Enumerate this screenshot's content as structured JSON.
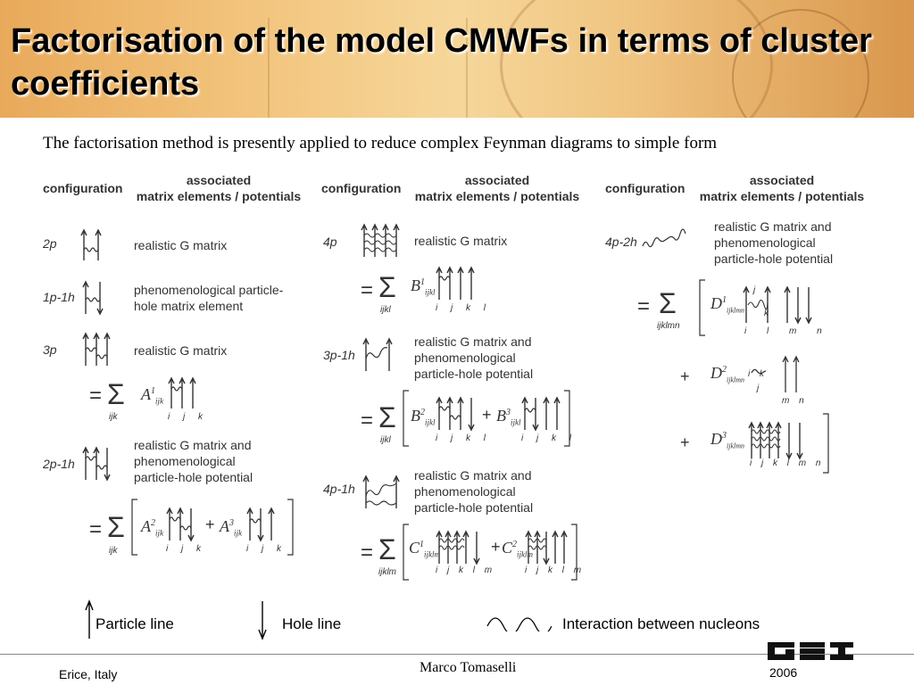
{
  "title": "Factorisation of the model CMWFs in terms of cluster coefficients",
  "subtitle": "The factorisation method is presently applied to reduce complex Feynman diagrams to simple form",
  "columns": [
    {
      "configuration_header": "configuration",
      "assoc_line1": "associated",
      "assoc_line2": "matrix elements / potentials"
    },
    {
      "configuration_header": "configuration",
      "assoc_line1": "associated",
      "assoc_line2": "matrix elements / potentials"
    },
    {
      "configuration_header": "configuration",
      "assoc_line1": "associated",
      "assoc_line2": "matrix elements / potentials"
    }
  ],
  "entries": {
    "c1": [
      {
        "config": "2p",
        "desc": [
          "realistic G matrix"
        ]
      },
      {
        "config": "1p-1h",
        "desc": [
          "phenomenological particle-",
          "hole matrix element"
        ]
      },
      {
        "config": "3p",
        "desc": [
          "realistic G matrix"
        ]
      },
      {
        "config": "2p-1h",
        "desc": [
          "realistic G matrix and",
          "phenomenological",
          "particle-hole potential"
        ]
      }
    ],
    "c2": [
      {
        "config": "4p",
        "desc": [
          "realistic G matrix"
        ]
      },
      {
        "config": "3p-1h",
        "desc": [
          "realistic G matrix and",
          "phenomenological",
          "particle-hole potential"
        ]
      },
      {
        "config": "4p-1h",
        "desc": [
          "realistic G matrix and",
          "phenomenological",
          "particle-hole potential"
        ]
      }
    ],
    "c3": [
      {
        "config": "4p-2h",
        "desc": [
          "realistic G matrix and",
          "phenomenological",
          "particle-hole potential"
        ]
      }
    ]
  },
  "equations": {
    "sum_symbol": "Σ",
    "eq": "=",
    "plus": "+",
    "c1_3p": {
      "coef": "A",
      "sup": "1",
      "sub": "ijk",
      "sum_sub": "ijk",
      "idx": "i j k"
    },
    "c1_2p1h": {
      "sum_sub": "ijk",
      "terms": [
        {
          "coef": "A",
          "sup": "2",
          "sub": "ijk",
          "idx": "i j k"
        },
        {
          "coef": "A",
          "sup": "3",
          "sub": "ijk",
          "idx": "i j k"
        }
      ]
    },
    "c2_4p": {
      "coef": "B",
      "sup": "1",
      "sub": "ijkl",
      "sum_sub": "ijkl",
      "idx": "i j k l"
    },
    "c2_3p1h": {
      "sum_sub": "ijkl",
      "terms": [
        {
          "coef": "B",
          "sup": "2",
          "sub": "ijkl",
          "idx": "i j k l"
        },
        {
          "coef": "B",
          "sup": "3",
          "sub": "ijkl",
          "idx": "i j k l"
        }
      ]
    },
    "c2_4p1h": {
      "sum_sub": "ijklm",
      "terms": [
        {
          "coef": "C",
          "sup": "1",
          "sub": "ijklm",
          "idx": "i j k l m"
        },
        {
          "coef": "C",
          "sup": "2",
          "sub": "ijklm",
          "idx": "i j k l m"
        }
      ]
    },
    "c3_4p2h": {
      "sum_sub": "ijklmn",
      "terms": [
        {
          "coef": "D",
          "sup": "1",
          "sub": "ijklmn",
          "idx_a": "j",
          "idx_b": "k",
          "idx_c": "i l m n"
        },
        {
          "coef": "D",
          "sup": "2",
          "sub": "ijklmn",
          "idx_a": "i k",
          "idx_b": "j",
          "idx_c": "m n"
        },
        {
          "coef": "D",
          "sup": "3",
          "sub": "ijklmn",
          "idx_c": "i j k l m n"
        }
      ]
    }
  },
  "legend": {
    "particle": "Particle line",
    "hole": "Hole line",
    "interaction": "Interaction between nucleons"
  },
  "footer": {
    "location": "Erice, Italy",
    "author": "Marco Tomaselli",
    "year": "2006",
    "logo": "GSI"
  }
}
